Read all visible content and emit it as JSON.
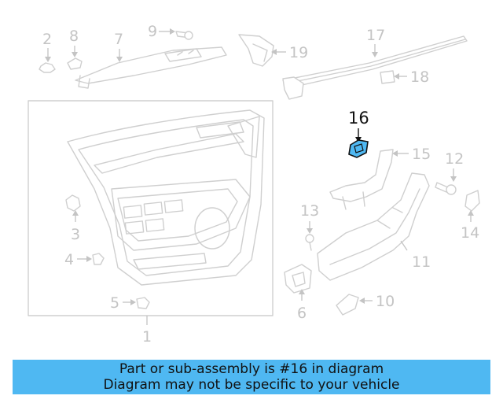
{
  "diagram": {
    "highlighted_part": "16",
    "highlight_color": "#4fb8f2",
    "part_numbers": {
      "p1": "1",
      "p2": "2",
      "p3": "3",
      "p4": "4",
      "p5": "5",
      "p6": "6",
      "p7": "7",
      "p8": "8",
      "p9": "9",
      "p10": "10",
      "p11": "11",
      "p12": "12",
      "p13": "13",
      "p14": "14",
      "p15": "15",
      "p16": "16",
      "p17": "17",
      "p18": "18",
      "p19": "19"
    }
  },
  "banner": {
    "line1": "Part or sub-assembly is #16 in diagram",
    "line2": "Diagram may not be specific to your vehicle",
    "background": "#4fb8f2"
  }
}
